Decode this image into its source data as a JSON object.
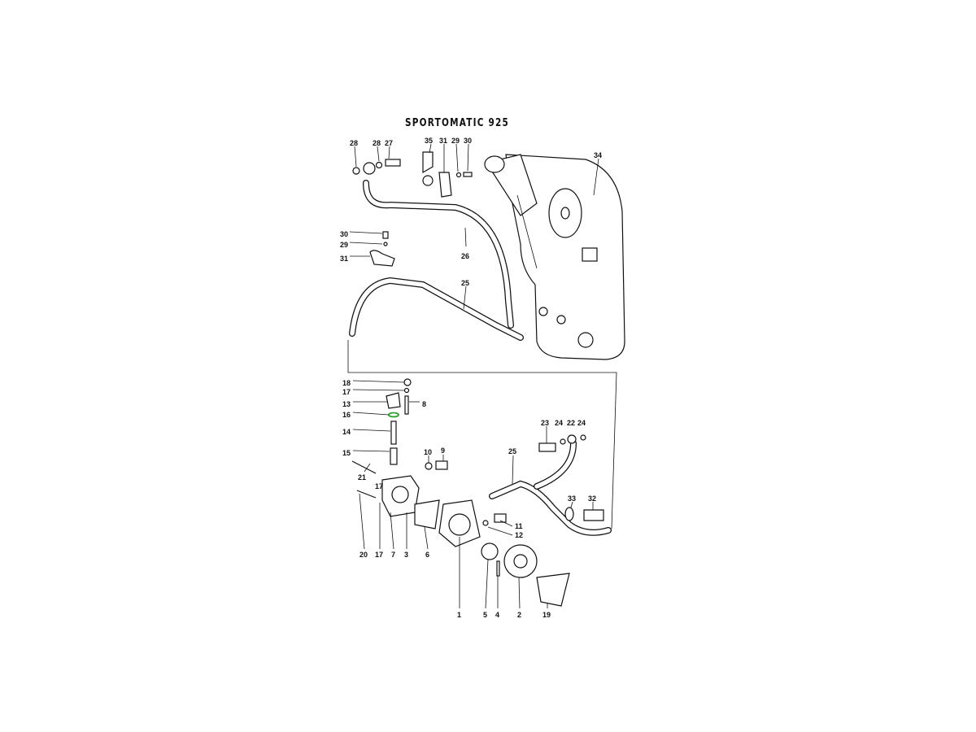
{
  "title": "SPORTOMATIC 925",
  "highlight_color": "#2e9e2e",
  "callouts": {
    "top": [
      "28",
      "28",
      "27",
      "35",
      "31",
      "29",
      "30",
      "34",
      "30",
      "29",
      "31",
      "26",
      "25"
    ],
    "bottom": [
      "18",
      "17",
      "13",
      "8",
      "16",
      "14",
      "15",
      "10",
      "9",
      "21",
      "17",
      "20",
      "17",
      "7",
      "3",
      "6",
      "23",
      "24",
      "22",
      "24",
      "25",
      "33",
      "32",
      "11",
      "12",
      "1",
      "5",
      "4",
      "2",
      "19"
    ]
  }
}
